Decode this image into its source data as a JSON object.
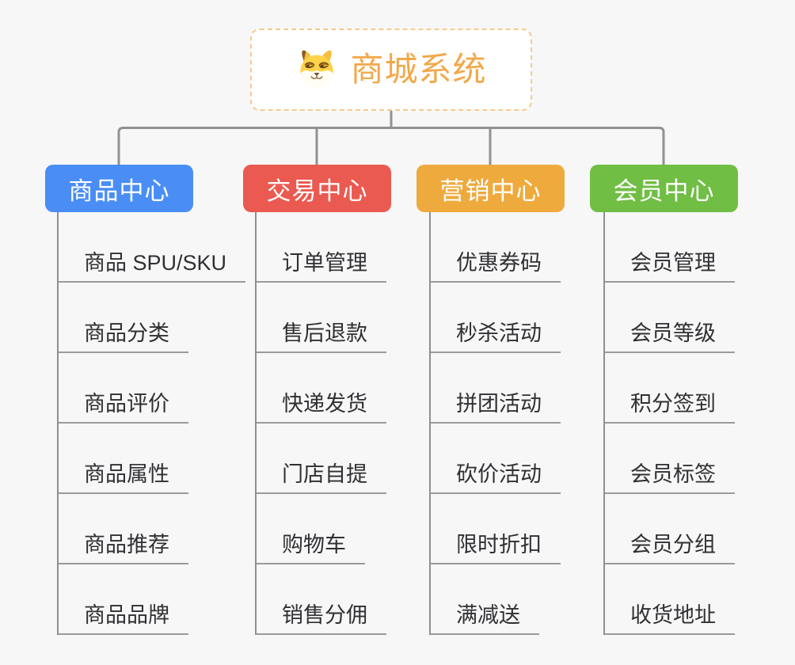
{
  "page": {
    "background_color": "#f7f7f7",
    "connector_color": "#919191"
  },
  "root": {
    "title": "商城系统",
    "icon": "doge-icon",
    "text_color": "#f2a84a",
    "border_color": "#f8c98d",
    "fill_color": "#ffffff"
  },
  "branches": [
    {
      "label": "商品中心",
      "color": "#4a8ef5",
      "items": [
        "商品 SPU/SKU",
        "商品分类",
        "商品评价",
        "商品属性",
        "商品推荐",
        "商品品牌"
      ]
    },
    {
      "label": "交易中心",
      "color": "#ea5a50",
      "items": [
        "订单管理",
        "售后退款",
        "快递发货",
        "门店自提",
        "购物车",
        "销售分佣"
      ]
    },
    {
      "label": "营销中心",
      "color": "#eeaa3c",
      "items": [
        "优惠券码",
        "秒杀活动",
        "拼团活动",
        "砍价活动",
        "限时折扣",
        "满减送"
      ]
    },
    {
      "label": "会员中心",
      "color": "#70be44",
      "items": [
        "会员管理",
        "会员等级",
        "积分签到",
        "会员标签",
        "会员分组",
        "收货地址"
      ]
    }
  ]
}
